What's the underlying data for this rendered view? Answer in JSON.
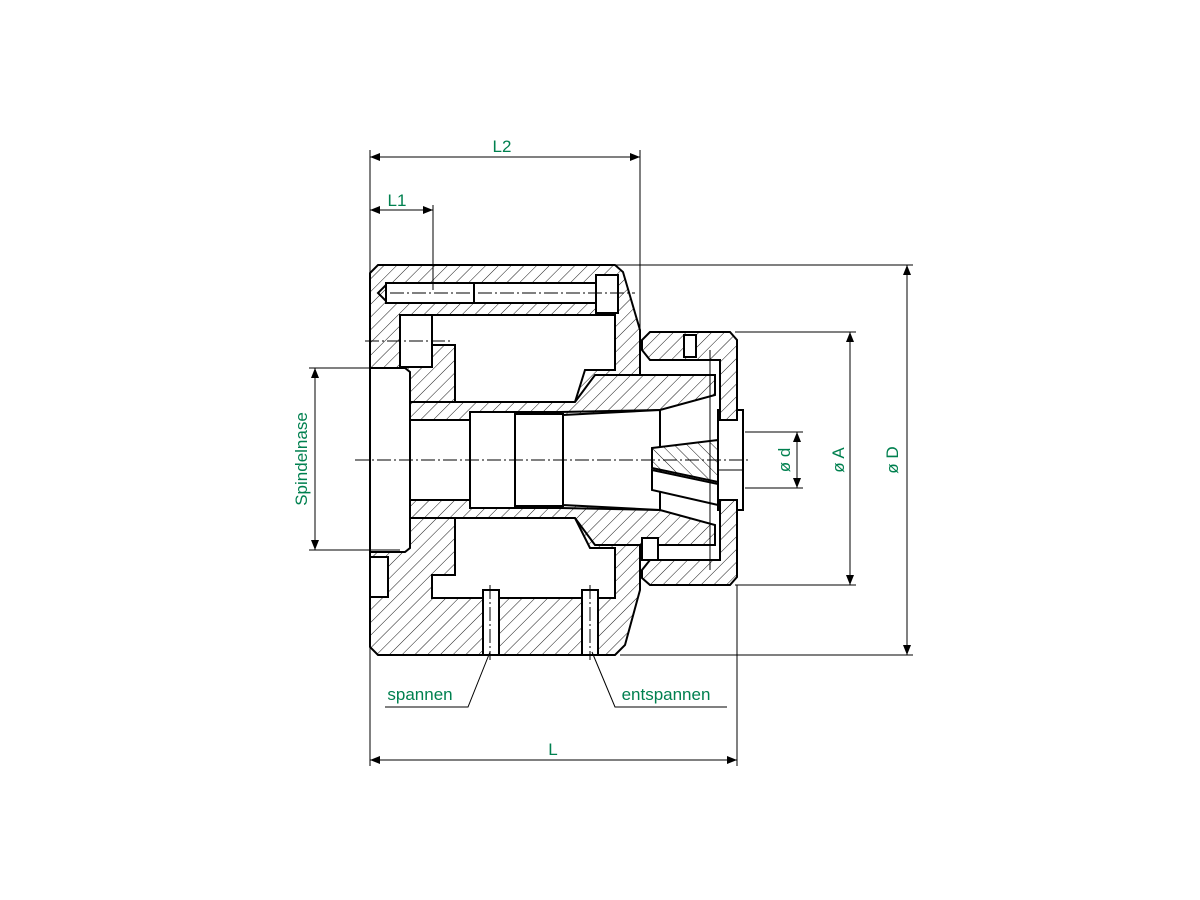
{
  "drawing": {
    "labels": {
      "L2": "L2",
      "L1": "L1",
      "L": "L",
      "spindle_nose": "Spindelnase",
      "dia_d": "ø d",
      "dia_A": "ø A",
      "dia_D": "ø D",
      "clamp": "spannen",
      "unclamp": "entspannen"
    },
    "colors": {
      "label": "#00804f",
      "line": "#000000"
    }
  }
}
